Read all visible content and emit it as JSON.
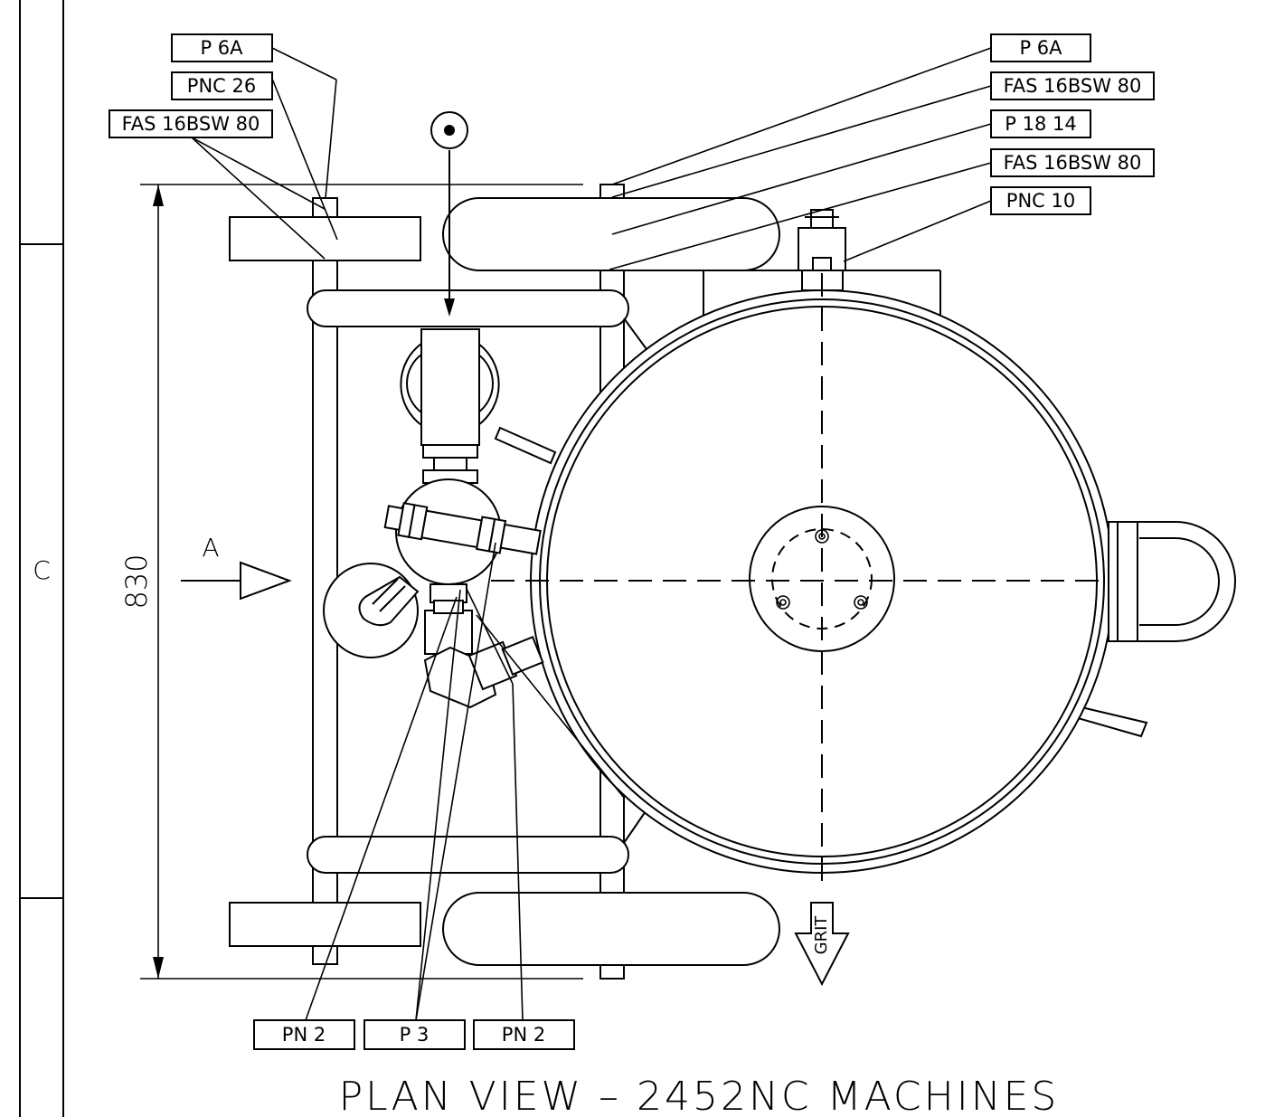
{
  "title": "PLAN VIEW – 2452NC MACHINES",
  "zone_letter": "C",
  "dimension": {
    "value": "830"
  },
  "view_marker": "A",
  "grit_label": "GRIT",
  "callouts": {
    "left": [
      "P 6A",
      "PNC 26",
      "FAS 16BSW 80"
    ],
    "right": [
      "P 6A",
      "FAS 16BSW 80",
      "P 18 14",
      "FAS 16BSW 80",
      "PNC 10"
    ],
    "bottom": [
      "PN 2",
      "P 3",
      "PN 2"
    ]
  }
}
